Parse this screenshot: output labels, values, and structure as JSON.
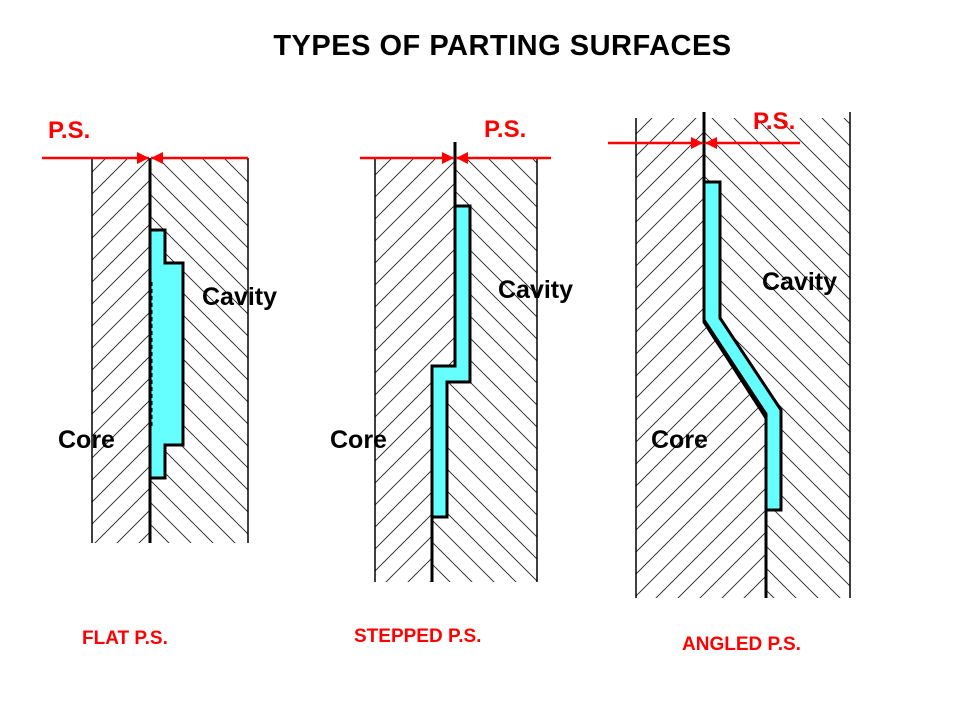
{
  "title": "TYPES OF PARTING SURFACES",
  "colors": {
    "accent": "#ff0000",
    "fill": "#66ffff",
    "line": "#000000"
  },
  "panels": [
    {
      "ps_label": "P.S.",
      "cavity_label": "Cavity",
      "core_label": "Core",
      "caption": "FLAT P.S."
    },
    {
      "ps_label": "P.S.",
      "cavity_label": "Cavity",
      "core_label": "Core",
      "caption": "STEPPED P.S."
    },
    {
      "ps_label": "P.S.",
      "cavity_label": "Cavity",
      "core_label": "Core",
      "caption": "ANGLED P.S."
    }
  ]
}
